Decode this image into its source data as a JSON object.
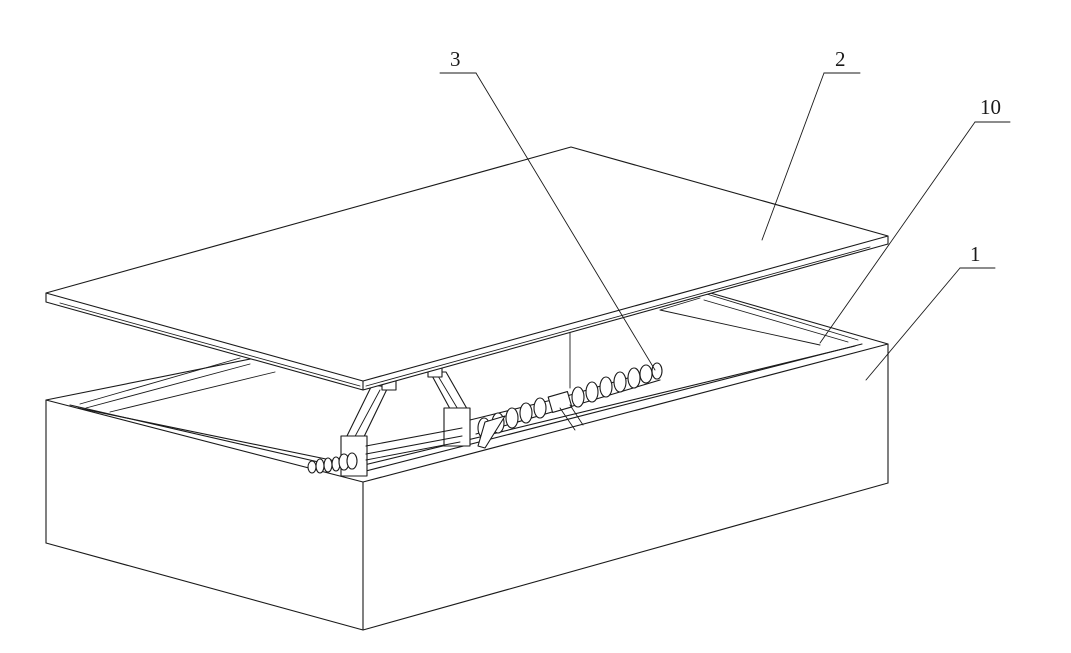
{
  "labels": {
    "box": "1",
    "platform": "2",
    "screw_mechanism": "3",
    "rail": "10"
  },
  "colors": {
    "line": "#1a1a1a",
    "background": "#ffffff"
  }
}
